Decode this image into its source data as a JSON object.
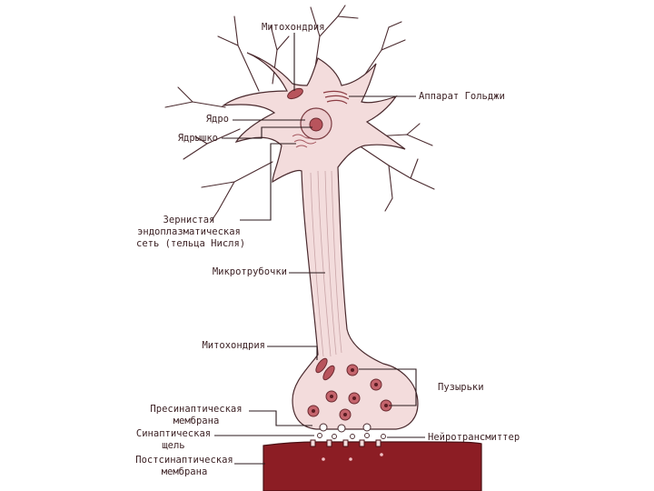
{
  "labels": {
    "mitochondria_top": "Митохондрия",
    "golgi": "Аппарат Гольджи",
    "nucleus": "Ядро",
    "nucleolus": "Ядрышко",
    "er_line1": "Зернистая",
    "er_line2": "эндоплазматическая",
    "er_line3": "сеть (тельца Нисля)",
    "microtubules": "Микротрубочки",
    "mitochondria_axon": "Митохондрия",
    "vesicles": "Пузырьки",
    "presyn_line1": "Пресинаптическая",
    "presyn_line2": "мембрана",
    "cleft_line1": "Синаптическая",
    "cleft_line2": "щель",
    "postsyn_line1": "Постсинаптическая",
    "postsyn_line2": "мембрана",
    "neurotransmitter": "Нейротрансмиттер"
  },
  "colors": {
    "cytoplasm": "#f3dcdc",
    "outline": "#4a2a2e",
    "organelle": "#b8545c",
    "postsynaptic": "#8c1d24",
    "leader": "#2b1a1c"
  }
}
